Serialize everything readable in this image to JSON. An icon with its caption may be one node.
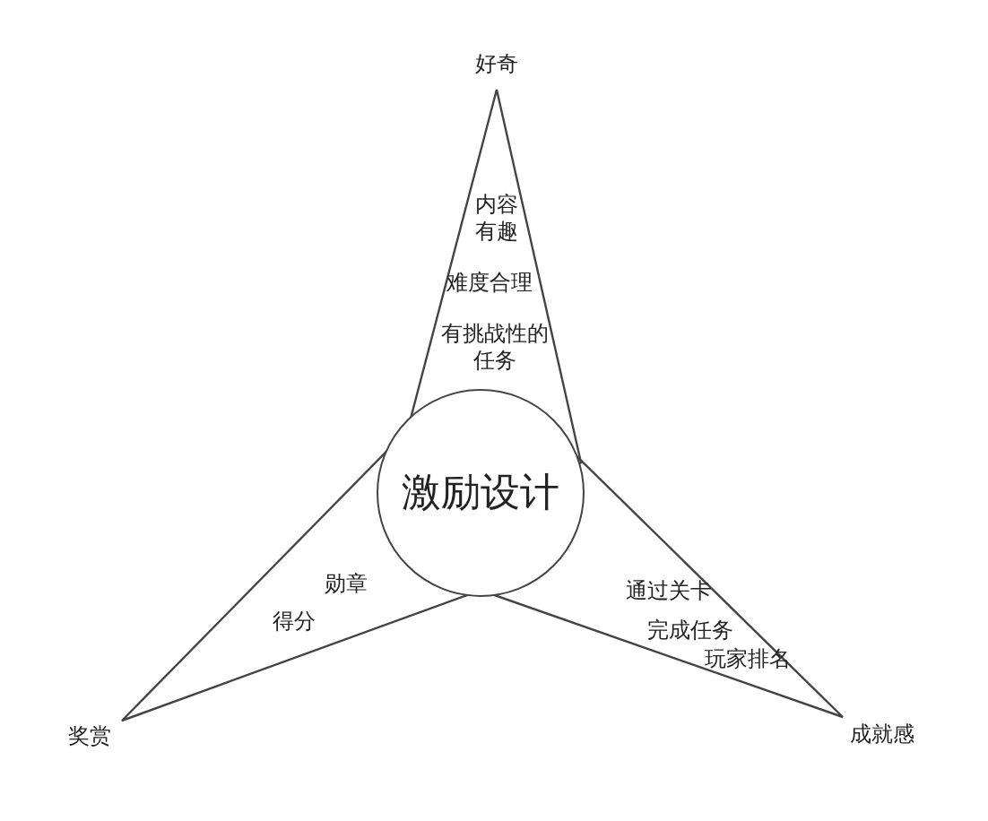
{
  "diagram": {
    "nodes": [
      {
        "text": [
          "激励设计"
        ]
      },
      {
        "text": [
          "好奇",
          "内容有趣",
          "难度合理",
          "有挑战性的任务"
        ]
      },
      {
        "text": [
          "奖赏",
          "勋章",
          "得分"
        ]
      },
      {
        "text": [
          "成就感",
          "通过关卡",
          "完成任务",
          "玩家排名"
        ]
      }
    ],
    "edges": []
  }
}
